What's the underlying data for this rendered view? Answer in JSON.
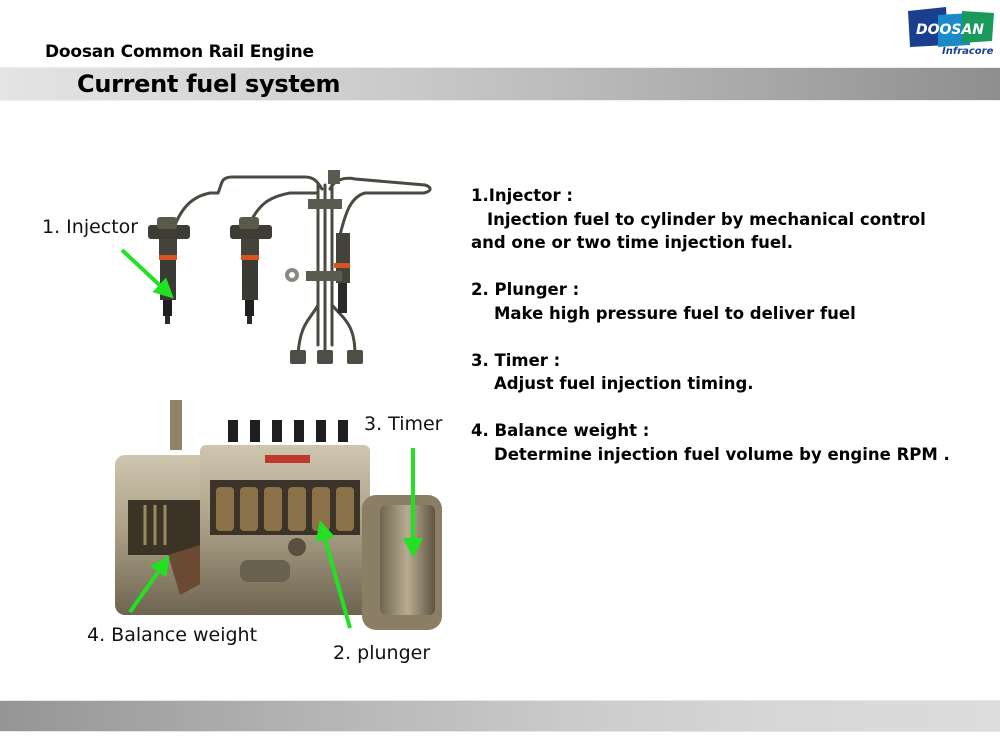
{
  "header": {
    "subtitle": "Doosan Common Rail Engine",
    "title": "Current fuel system"
  },
  "logo": {
    "brand": "DOOSAN",
    "division": "Infracore",
    "colors": {
      "dark_blue": "#1b3f8f",
      "light_blue": "#1c8ac9",
      "green": "#1a9a5a"
    }
  },
  "callouts": {
    "injector": "1. Injector",
    "plunger": "2. plunger",
    "timer": "3. Timer",
    "balance_weight": "4. Balance weight",
    "arrow_color": "#22e022"
  },
  "descriptions": [
    {
      "heading": "1.Injector :",
      "lines": [
        "Injection fuel to cylinder by mechanical control",
        "and one or two time injection fuel."
      ]
    },
    {
      "heading": "2. Plunger :",
      "lines": [
        "Make high pressure fuel to deliver fuel"
      ]
    },
    {
      "heading": "3. Timer :",
      "lines": [
        "Adjust fuel injection timing."
      ]
    },
    {
      "heading": "4. Balance weight :",
      "lines": [
        "Determine injection fuel volume by engine RPM ."
      ]
    }
  ],
  "images": {
    "injectors": "injector-assembly-photo",
    "pump": "injection-pump-photo"
  }
}
